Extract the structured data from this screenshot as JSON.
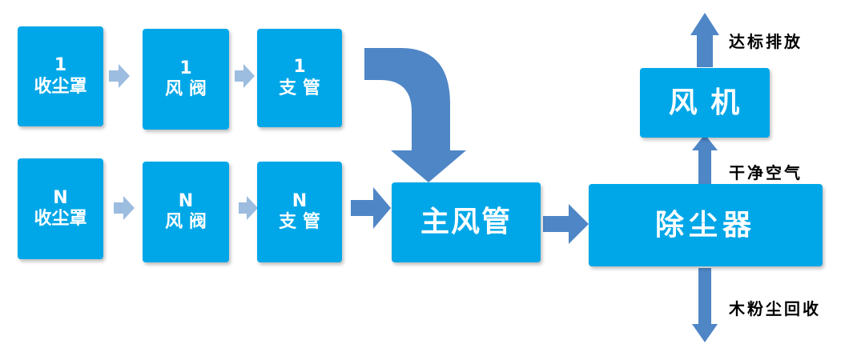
{
  "colors": {
    "box": "#00A7E8",
    "arrow_big": "#4F86C6",
    "arrow_small": "#9CBCE0"
  },
  "rows": [
    {
      "hood": {
        "line1": "1",
        "line2": "收尘罩"
      },
      "valve": {
        "line1": "1",
        "line2": "风 阀"
      },
      "branch": {
        "line1": "1",
        "line2": "支 管"
      }
    },
    {
      "hood": {
        "line1": "N",
        "line2": "收尘罩"
      },
      "valve": {
        "line1": "N",
        "line2": "风 阀"
      },
      "branch": {
        "line1": "N",
        "line2": "支 管"
      }
    }
  ],
  "main_duct": {
    "label": "主风管"
  },
  "dust_collector": {
    "label": "除尘器"
  },
  "fan": {
    "label": "风 机"
  },
  "outputs": {
    "discharge": "达标排放",
    "clean_air": "干净空气",
    "dust_recovery": "木粉尘回收"
  }
}
